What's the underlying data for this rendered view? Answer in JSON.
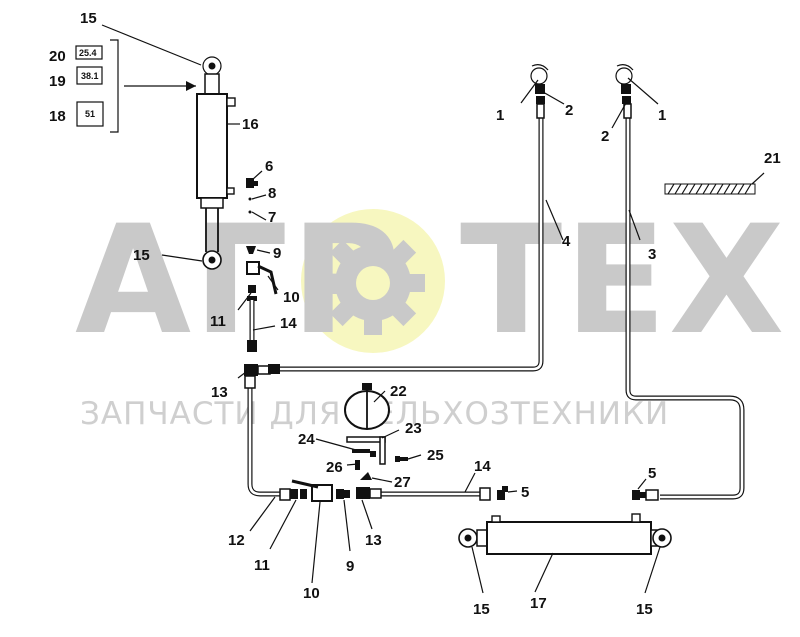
{
  "watermark": {
    "brand": "АГРОТЕХ",
    "brand_left": "АГР",
    "brand_right": "ТЕХ",
    "tagline": "ЗАПЧАСТИ ДЛЯ СЕЛЬХОЗТЕХНИКИ",
    "logo_circle_color": "#f7f7c0",
    "gear_color": "#c9c9c9"
  },
  "size_boxes": [
    {
      "id": "20",
      "value": "25.4"
    },
    {
      "id": "19",
      "value": "38.1"
    },
    {
      "id": "18",
      "value": "51"
    }
  ],
  "labels": {
    "p1a": "1",
    "p1b": "1",
    "p2a": "2",
    "p2b": "2",
    "p3": "3",
    "p4": "4",
    "p5a": "5",
    "p5b": "5",
    "p6": "6",
    "p7": "7",
    "p8": "8",
    "p9a": "9",
    "p9b": "9",
    "p10a": "10",
    "p10b": "10",
    "p11a": "11",
    "p11b": "11",
    "p12": "12",
    "p13a": "13",
    "p13b": "13",
    "p14a": "14",
    "p14b": "14",
    "p15a": "15",
    "p15b": "15",
    "p15c": "15",
    "p15d": "15",
    "p16": "16",
    "p17": "17",
    "p18": "18",
    "p19": "19",
    "p20": "20",
    "p21": "21",
    "p22": "22",
    "p23": "23",
    "p24": "24",
    "p25": "25",
    "p26": "26",
    "p27": "27"
  }
}
